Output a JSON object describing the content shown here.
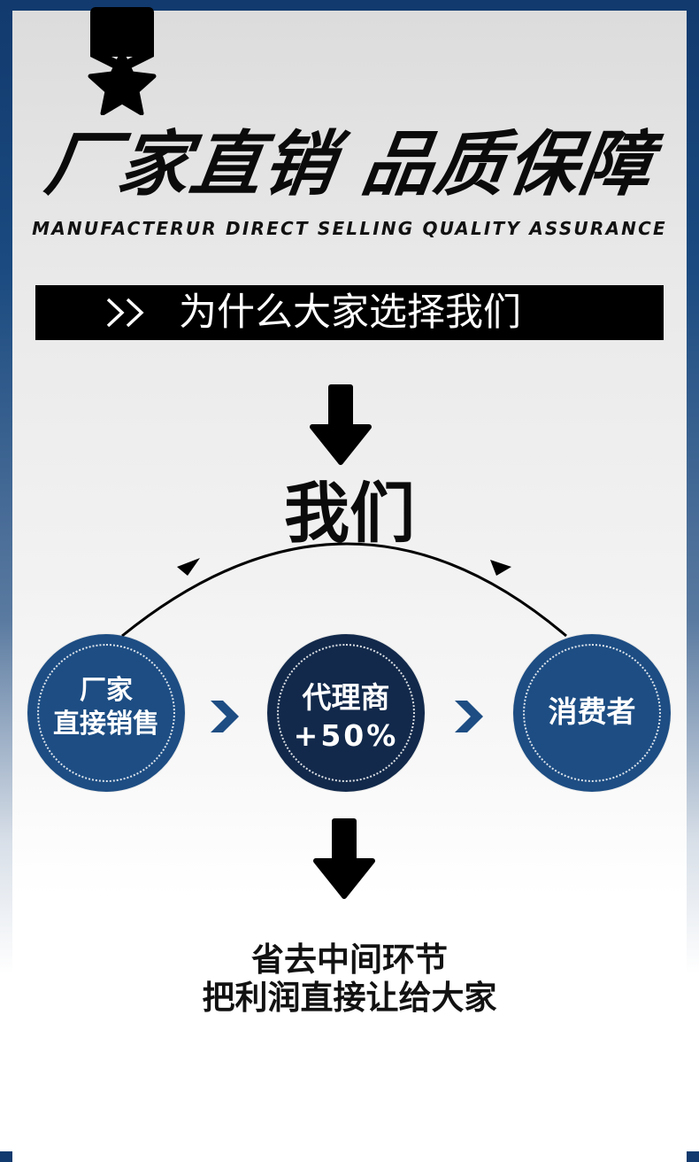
{
  "header": {
    "headline": "厂家直销 品质保障",
    "subline": "MANUFACTERUR DIRECT SELLING QUALITY ASSURANCE"
  },
  "banner": {
    "text": "为什么大家选择我们"
  },
  "center": {
    "title": "我们"
  },
  "flow": {
    "factory": {
      "line1": "厂家",
      "line2": "直接销售"
    },
    "agent": {
      "line1": "代理商",
      "line2": "+50%"
    },
    "consumer": {
      "line1": "消费者"
    }
  },
  "footer": {
    "line1": "省去中间环节",
    "line2": "把利润直接让给大家"
  },
  "colors": {
    "navy_border": "#123a6e",
    "circle_blue": "#1d4d83",
    "circle_dark": "#12294b",
    "chevron_blue": "#1d4d83",
    "text_black": "#0b0b0b"
  },
  "icons": {
    "badge": "medal-star-icon",
    "banner": "double-chevron-right-icon",
    "flow_arrow": "chevron-right-icon",
    "down_arrow": "arrow-down-icon"
  }
}
